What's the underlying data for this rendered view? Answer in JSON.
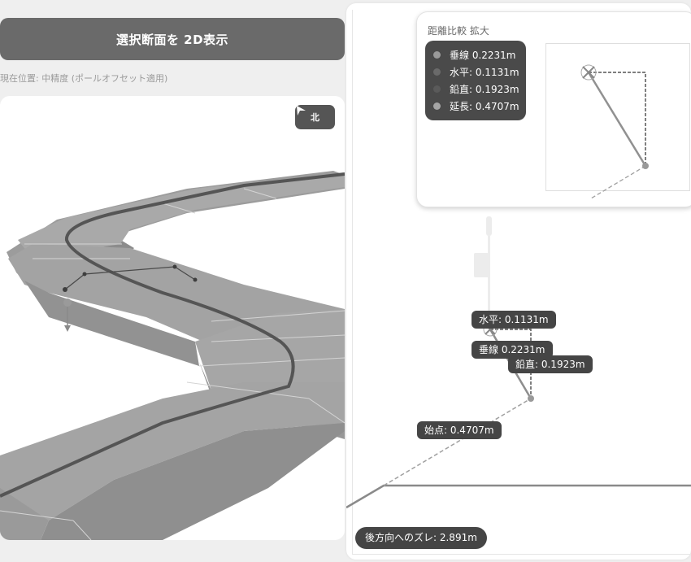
{
  "left_panel": {
    "button_label": "選択断面を 2D表示",
    "status_text": "現在位置: 中精度 (ポールオフセット適用)",
    "compass": {
      "icon": "north-arrow-icon",
      "label": "北"
    }
  },
  "right_panel": {
    "zoom_card": {
      "title": "距離比較 拡大",
      "legend": [
        {
          "label": "垂線 0.2231m",
          "color": "#9a9a9a"
        },
        {
          "label": "水平: 0.1131m",
          "color": "#6a6a6a"
        },
        {
          "label": "鉛直: 0.1923m",
          "color": "#5a5a5a"
        },
        {
          "label": "延長: 0.4707m",
          "color": "#a5a5a5"
        }
      ]
    },
    "tags": {
      "horizontal": "水平: 0.1131m",
      "perpendicular": "垂線 0.2231m",
      "vertical": "鉛直: 0.1923m",
      "start": "始点: 0.4707m"
    },
    "offset_badge": "後方向へのズレ: 2.891m"
  }
}
